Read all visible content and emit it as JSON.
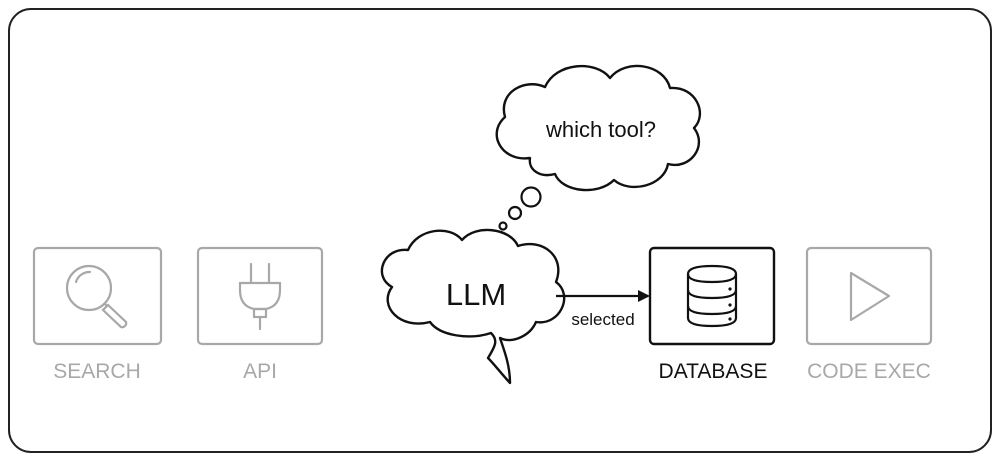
{
  "thought": {
    "text": "which tool?"
  },
  "llm": {
    "label": "LLM"
  },
  "edge": {
    "label": "selected"
  },
  "tools": [
    {
      "name": "SEARCH",
      "icon": "magnifier-icon",
      "state": "inactive"
    },
    {
      "name": "API",
      "icon": "plug-icon",
      "state": "inactive"
    },
    {
      "name": "DATABASE",
      "icon": "database-icon",
      "state": "selected"
    },
    {
      "name": "CODE EXEC",
      "icon": "play-icon",
      "state": "inactive"
    }
  ],
  "colors": {
    "active": "#111111",
    "inactive": "#a8a8a8",
    "frame": "#222222",
    "background": "#ffffff"
  }
}
